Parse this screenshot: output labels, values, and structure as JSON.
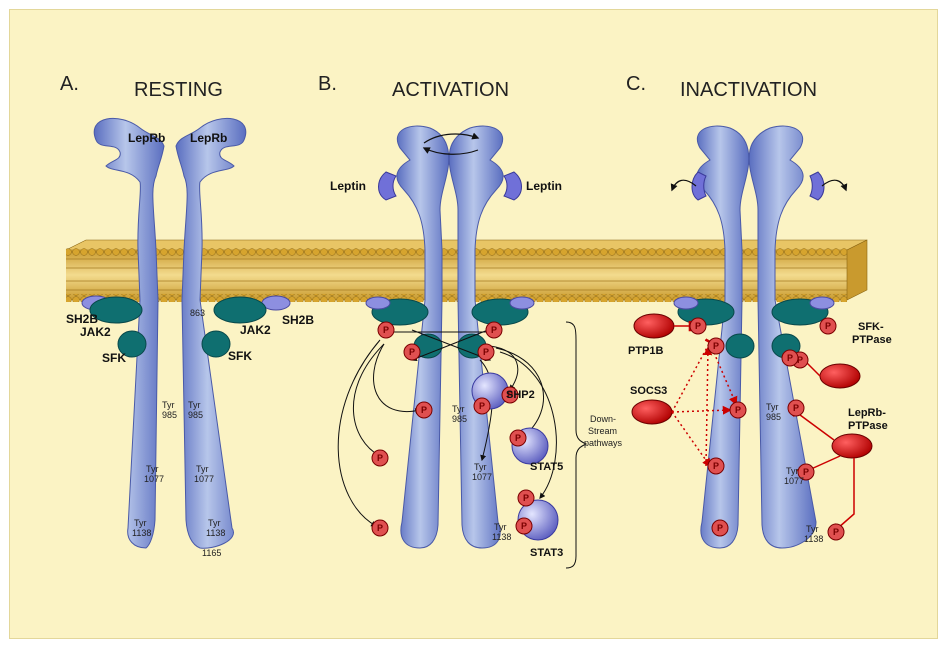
{
  "panels": {
    "a": {
      "letter": "A.",
      "title": "RESTING"
    },
    "b": {
      "letter": "B.",
      "title": "ACTIVATION"
    },
    "c": {
      "letter": "C.",
      "title": "INACTIVATION"
    }
  },
  "labels": {
    "receptor": "LepRb",
    "leptin": "Leptin",
    "sh2b": "SH2B",
    "jak2": "JAK2",
    "sfk": "SFK",
    "tyr": "Tyr",
    "y985": "985",
    "y1077": "1077",
    "y1138": "1138",
    "y1165": "1165",
    "y863": "863",
    "phospho": "P",
    "shp2": "SHP2",
    "stat5": "STAT5",
    "stat3": "STAT3",
    "downstream_1": "Down-",
    "downstream_2": "Stream",
    "downstream_3": "pathways",
    "ptp1b": "PTP1B",
    "socs3": "SOCS3",
    "sfk_ptpase_1": "SFK-",
    "sfk_ptpase_2": "PTPase",
    "leprb_ptpase_1": "LepRb-",
    "leprb_ptpase_2": "PTPase"
  },
  "colors": {
    "background": "#fbf3c4",
    "receptor": "#8a9ed6",
    "jak2": "#0f6f70",
    "sh2b": "#8d8fe0",
    "phospho": "#e05050",
    "inhibitor": "#cc0000",
    "membrane": "#d4a63a"
  }
}
